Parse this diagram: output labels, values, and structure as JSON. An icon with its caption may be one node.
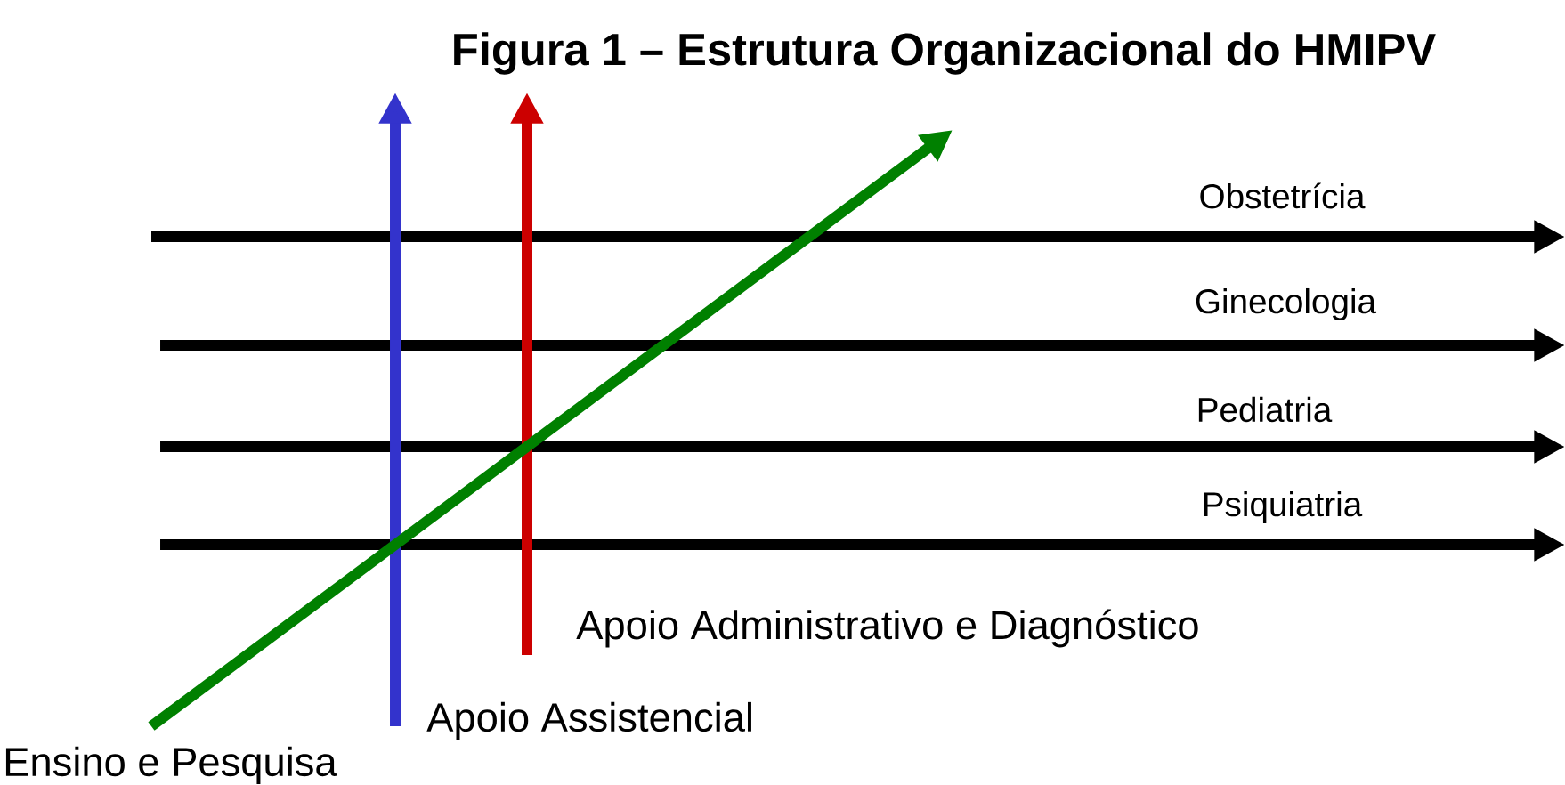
{
  "diagram": {
    "title": "Figura 1 – Estrutura Organizacional do HMIPV",
    "labels": [
      "Obstetrícia",
      "Ginecologia",
      "Pediatria",
      "Psiquiatria",
      "Apoio Administrativo e Diagnóstico",
      "Apoio Assistencial",
      "Ensino e Pesquisa"
    ]
  }
}
